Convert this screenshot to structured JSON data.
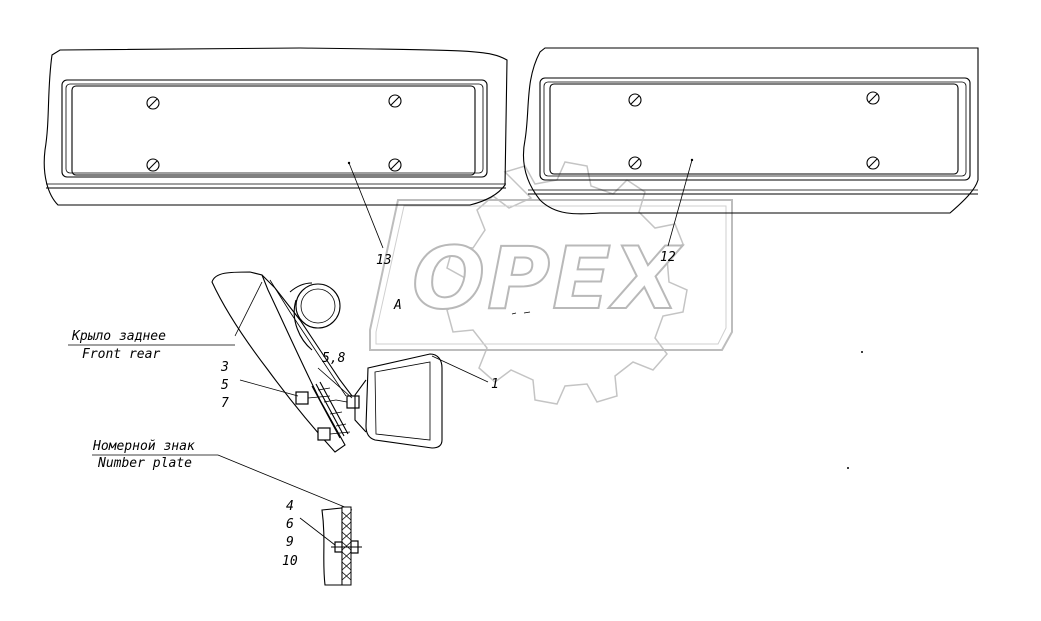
{
  "watermark": {
    "text": "OPEX"
  },
  "labels": {
    "view_letter": "A",
    "fender_ru": "Крыло заднее",
    "fender_en": "Front rear",
    "plate_ru": "Номерной знак",
    "plate_en": "Number plate"
  },
  "callouts": {
    "c13": "13",
    "c12": "12",
    "c1": "1",
    "c58": "5,8",
    "c3": "3",
    "c5": "5",
    "c7": "7",
    "c4": "4",
    "c6": "6",
    "c9": "9",
    "c10": "10"
  }
}
